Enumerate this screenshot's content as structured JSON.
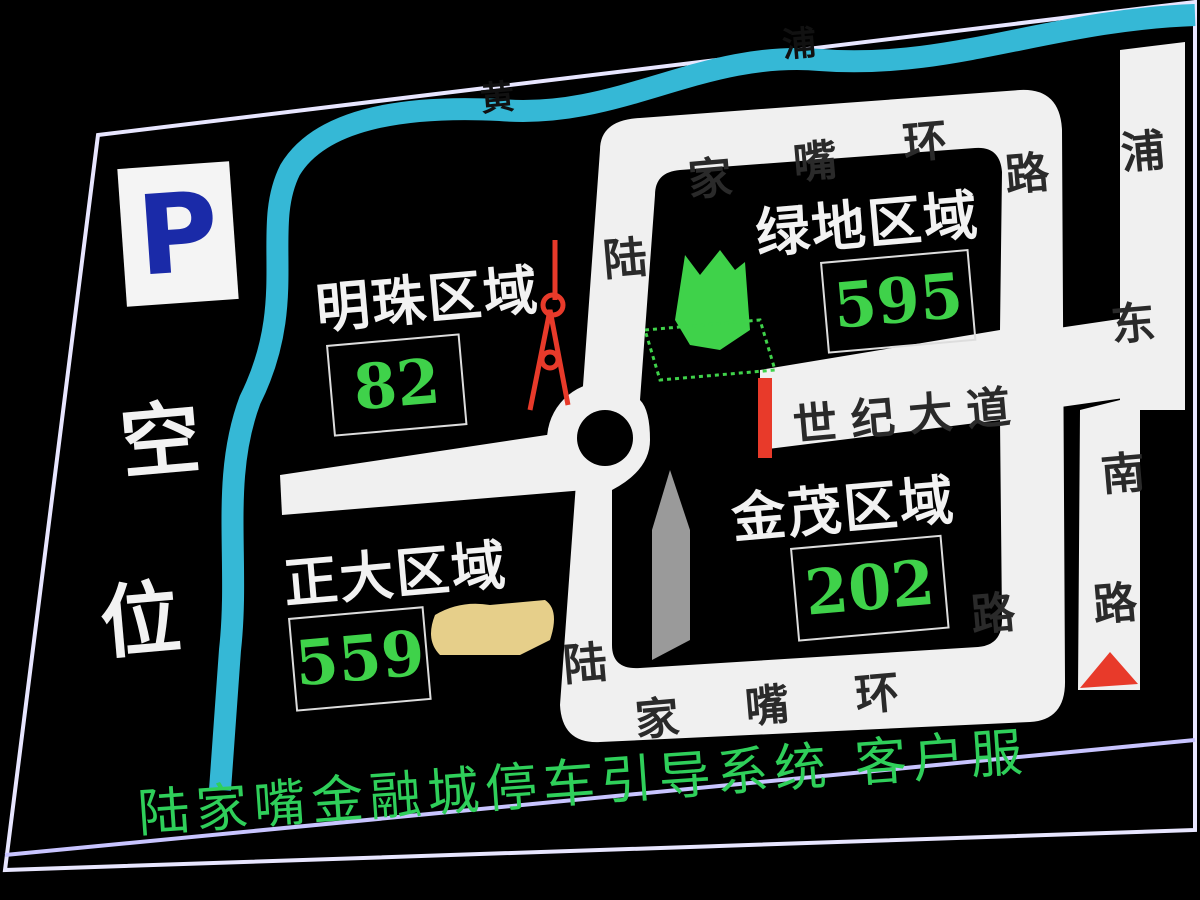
{
  "sign": {
    "parking_symbol": "P",
    "vacancy_label": [
      "空",
      "位"
    ],
    "river": [
      "黄",
      "浦"
    ],
    "roads": {
      "ring_top": [
        "家",
        "嘴",
        "环",
        "路"
      ],
      "ring_left_top": "陆",
      "ring_bottom": [
        "陆",
        "家",
        "嘴",
        "环"
      ],
      "ring_right_bottom": "路",
      "century_avenue": "世纪大道",
      "pudong_south_road": [
        "浦",
        "东",
        "南",
        "路"
      ]
    },
    "zones": [
      {
        "name": "明珠区域",
        "spaces": "82"
      },
      {
        "name": "绿地区域",
        "spaces": "595"
      },
      {
        "name": "正大区域",
        "spaces": "559"
      },
      {
        "name": "金茂区域",
        "spaces": "202"
      }
    ],
    "ticker": "陆家嘴金融城停车引导系统  客户服"
  },
  "colors": {
    "river": "#35b8d6",
    "count": "#3fd24a",
    "road": "#f0f0f0",
    "ticker": "#2fcf5a",
    "parking": "#1a2aa8"
  }
}
